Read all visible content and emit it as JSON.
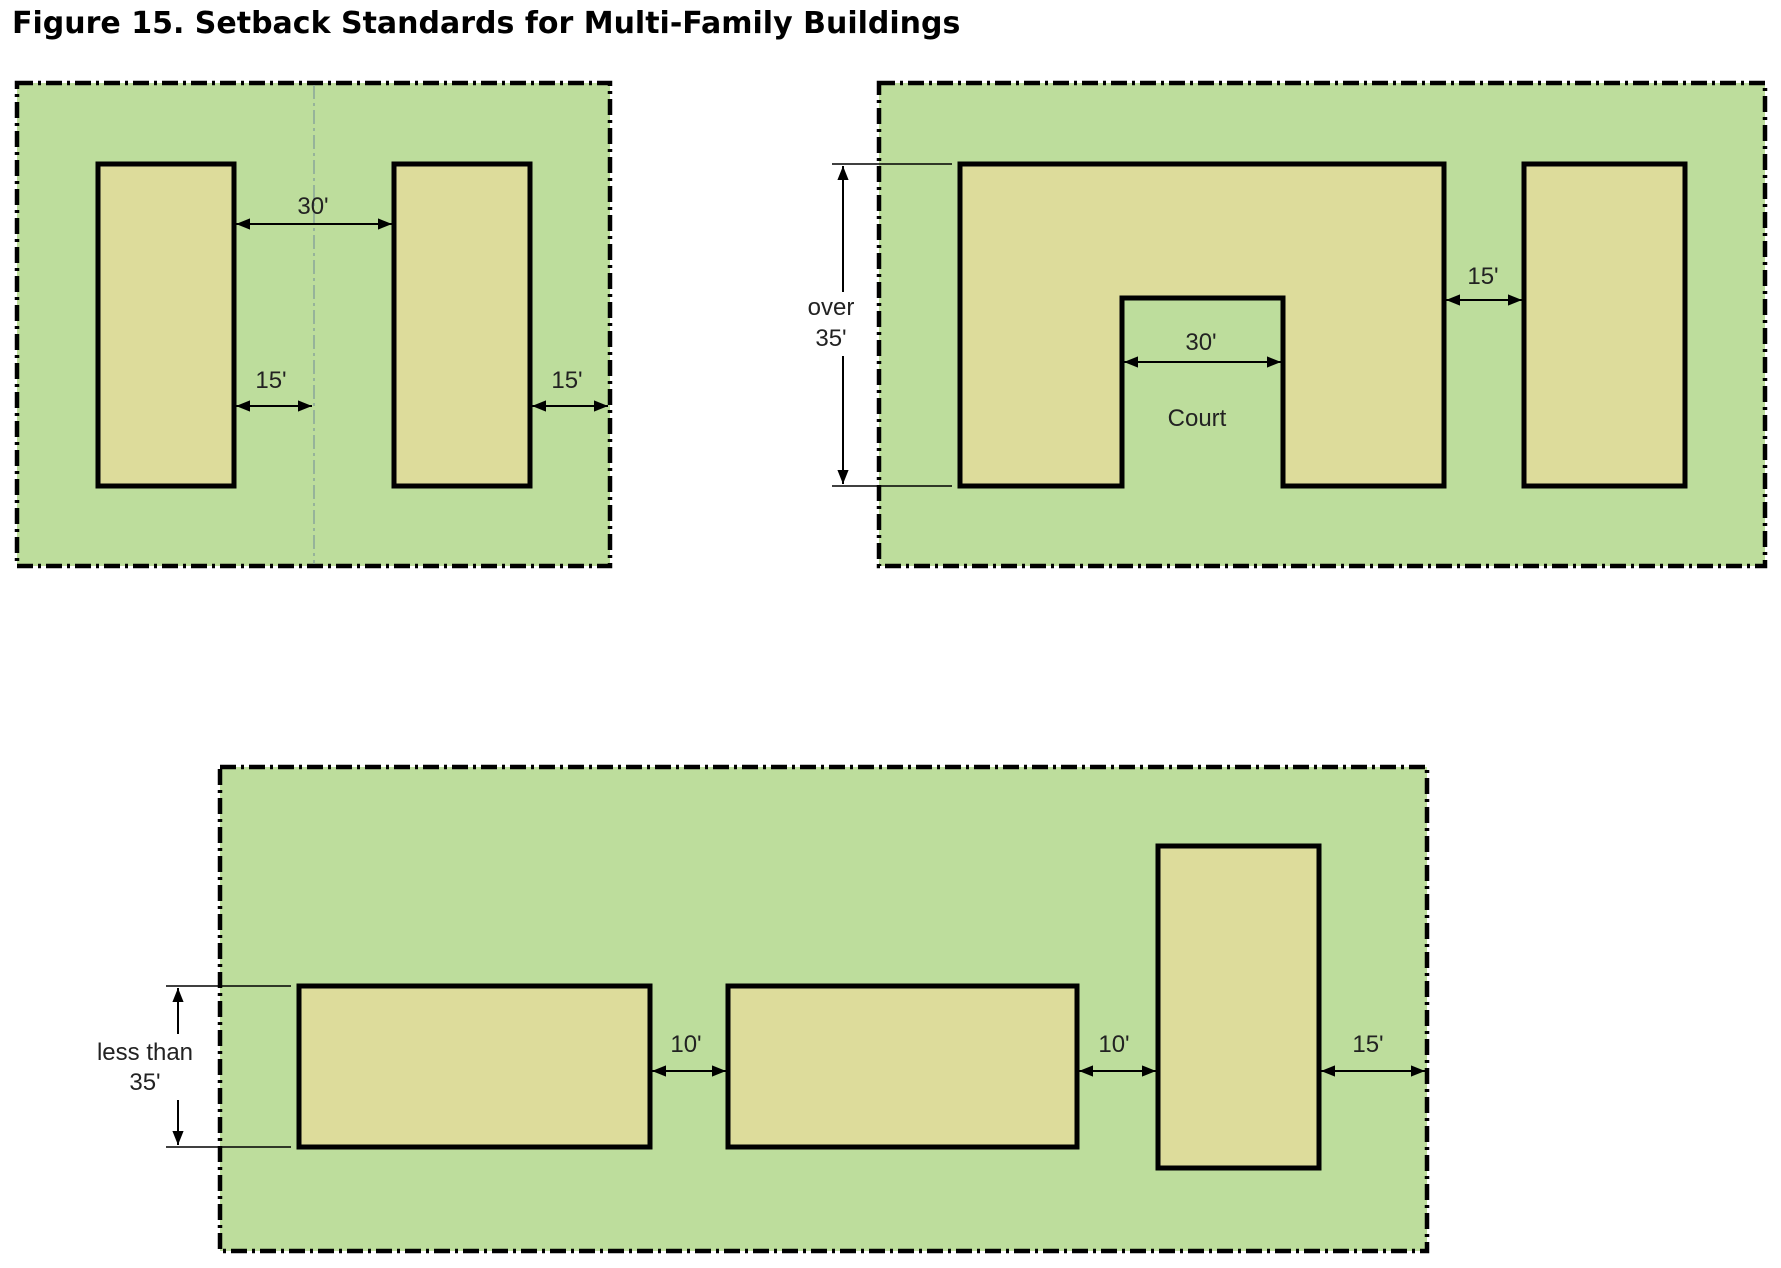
{
  "figure": {
    "title": "Figure 15. Setback Standards for Multi-Family Buildings"
  },
  "colors": {
    "lot_fill": "#bddd9c",
    "building_fill": "#dddc9b",
    "outline": "#000000"
  },
  "panels": {
    "top_left": {
      "spacing_label": "30'",
      "center_setback_label": "15'",
      "side_setback_label": "15'"
    },
    "top_right": {
      "height_label_line1": "over",
      "height_label_line2": "35'",
      "court_width_label": "30'",
      "court_label": "Court",
      "spacing_label": "15'"
    },
    "bottom": {
      "height_label_line1": "less than",
      "height_label_line2": "35'",
      "spacing_label_1": "10'",
      "spacing_label_2": "10'",
      "side_setback_label": "15'"
    }
  }
}
